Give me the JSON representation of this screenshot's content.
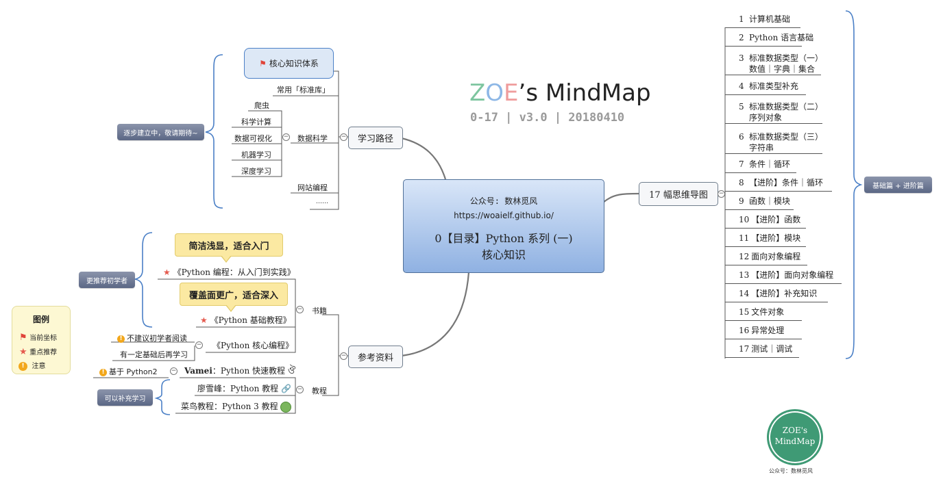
{
  "logo": {
    "brand_zoe": "ZOE",
    "brand_rest": "’s MindMap",
    "subtitle": "0-17 | v3.0 | 20180410"
  },
  "center": {
    "account": "公众号: 数林觅风",
    "url": "https://woaielf.github.io/",
    "title_line1": "0【目录】Python 系列 (一)",
    "title_line2": "核心知识"
  },
  "learning_path": {
    "label": "学习路径",
    "current": "核心知识体系",
    "stdlib": "常用「标准库」",
    "data_science": "数据科学",
    "ds_items": [
      "爬虫",
      "科学计算",
      "数据可视化",
      "机器学习",
      "深度学习"
    ],
    "web": "网站编程",
    "more": "……",
    "note": "逐步建立中，敬请期待~"
  },
  "references": {
    "label": "参考资料",
    "books": "书籍",
    "book1": "《Python 编程：从入门到实践》",
    "book2": "《Python 基础教程》",
    "book3": "《Python 核心编程》",
    "tip1": "简洁浅显，适合入门",
    "tip2": "覆盖面更广，适合深入",
    "beginners": "更推荐初学者",
    "not_beginner": "不建议初学者阅读",
    "with_basics": "有一定基础后再学习",
    "tutorials": "教程",
    "vamei_prefix": "Vamei",
    "vamei": "：Python 快速教程",
    "liao": "廖雪峰：Python 教程",
    "runoob": "菜鸟教程：Python 3 教程",
    "py2": "基于 Python2",
    "supplement": "可以补充学习"
  },
  "mindmaps": {
    "label": "17 幅思维导图",
    "items": [
      {
        "n": "1",
        "t": "计算机基础"
      },
      {
        "n": "2",
        "t": "Python 语言基础"
      },
      {
        "n": "3",
        "t": "标准数据类型（一）",
        "t2": "数值｜字典｜集合"
      },
      {
        "n": "4",
        "t": "标准类型补充"
      },
      {
        "n": "5",
        "t": "标准数据类型（二）",
        "t2": "序列对象"
      },
      {
        "n": "6",
        "t": "标准数据类型（三）",
        "t2": "字符串"
      },
      {
        "n": "7",
        "t": "条件｜循环"
      },
      {
        "n": "8",
        "t": "【进阶】条件｜循环"
      },
      {
        "n": "9",
        "t": "函数｜模块"
      },
      {
        "n": "10",
        "t": "【进阶】函数"
      },
      {
        "n": "11",
        "t": "【进阶】模块"
      },
      {
        "n": "12",
        "t": "面向对象编程"
      },
      {
        "n": "13",
        "t": "【进阶】面向对象编程"
      },
      {
        "n": "14",
        "t": "【进阶】补充知识"
      },
      {
        "n": "15",
        "t": "文件对象"
      },
      {
        "n": "16",
        "t": "异常处理"
      },
      {
        "n": "17",
        "t": "测试｜调试"
      }
    ],
    "group": "基础篇 + 进阶篇"
  },
  "legend": {
    "title": "图例",
    "current": "当前坐标",
    "recommend": "重点推荐",
    "note": "注意"
  },
  "stamp": {
    "line1": "ZOE's",
    "line2": "MindMap",
    "caption": "公众号：数林觅风"
  },
  "colors": {
    "center_top": "#cfe0f7",
    "center_bottom": "#8fb1e2",
    "accent_blue": "#3f7dc9",
    "flag": "#e0443a",
    "star": "#e55a4e",
    "warn": "#f2a71b",
    "stamp": "#3f9a75"
  }
}
